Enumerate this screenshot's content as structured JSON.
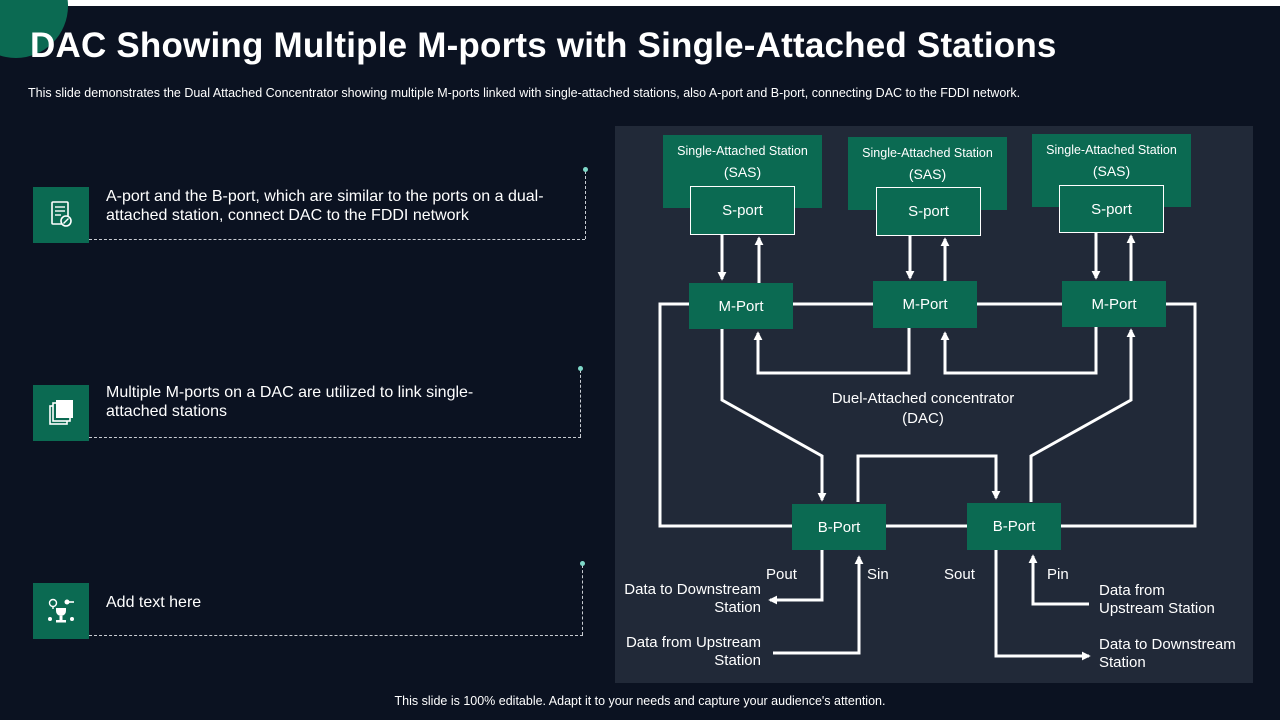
{
  "title": "DAC Showing Multiple M-ports with Single-Attached Stations",
  "subtitle": "This slide demonstrates the Dual Attached Concentrator showing multiple M-ports linked with single-attached stations, also A-port and B-port, connecting DAC to the FDDI network.",
  "items": [
    {
      "icon": "document-certificate-icon",
      "text": "A-port and the B-port, which are similar to the ports on a dual-attached station, connect DAC to the FDDI network"
    },
    {
      "icon": "stacked-pages-icon",
      "text": "Multiple M-ports on a DAC are utilized to link single-attached stations"
    },
    {
      "icon": "idea-trophy-icon",
      "text": "Add text here"
    }
  ],
  "diagram": {
    "sas": [
      {
        "title": "Single-Attached Station",
        "abbr": "(SAS)",
        "port": "S-port"
      },
      {
        "title": "Single-Attached Station",
        "abbr": "(SAS)",
        "port": "S-port"
      },
      {
        "title": "Single-Attached Station",
        "abbr": "(SAS)",
        "port": "S-port"
      }
    ],
    "m_ports": [
      "M-Port",
      "M-Port",
      "M-Port"
    ],
    "b_ports": [
      "B-Port",
      "B-Port"
    ],
    "dac_label": "Duel-Attached concentrator (DAC)",
    "labels": {
      "pout": "Pout",
      "sin": "Sin",
      "sout": "Sout",
      "pin": "Pin",
      "data_to_downstream_left": "Data to Downstream Station",
      "data_from_upstream_left": "Data from Upstream Station",
      "data_from_upstream_right": "Data from Upstream Station",
      "data_to_downstream_right": "Data to Downstream Station"
    }
  },
  "footer": "This slide is 100% editable. Adapt it to your needs and capture your audience's attention.",
  "colors": {
    "background": "#0b1221",
    "panel": "#212938",
    "accent_green": "#0b6a52",
    "line": "#ffffff"
  }
}
